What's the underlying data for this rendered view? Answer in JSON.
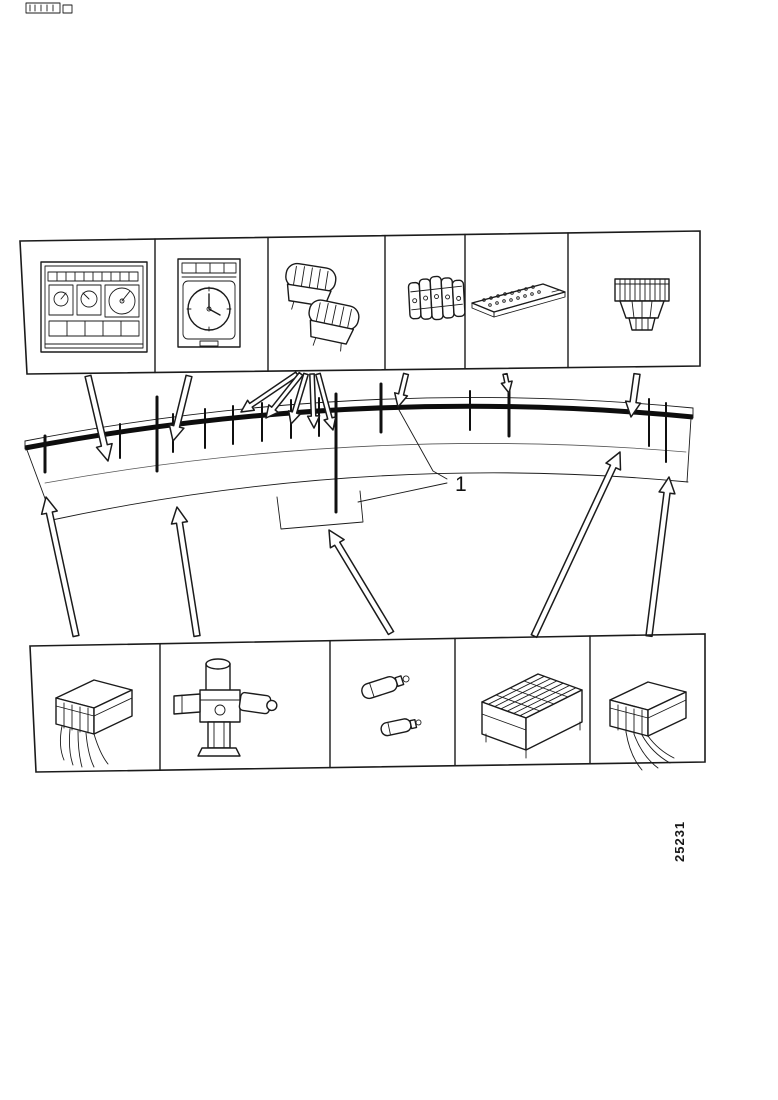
{
  "figure": {
    "callout_label": "1",
    "figure_number": "25231"
  },
  "top_panel": {
    "items": [
      {
        "icon": "instrument-cluster-icon"
      },
      {
        "icon": "gauge-clock-icon"
      },
      {
        "icon": "rocker-switches-icon"
      },
      {
        "icon": "connector-block-icon"
      },
      {
        "icon": "circuit-board-icon"
      },
      {
        "icon": "multi-pin-connector-icon"
      }
    ]
  },
  "harness": {
    "name": "dashboard-harness-band"
  },
  "bottom_panel": {
    "items": [
      {
        "icon": "relay-icon-left"
      },
      {
        "icon": "column-switch-assembly-icon"
      },
      {
        "icon": "bulbs-icon"
      },
      {
        "icon": "relay-box-icon"
      },
      {
        "icon": "relay-icon-right"
      }
    ]
  }
}
